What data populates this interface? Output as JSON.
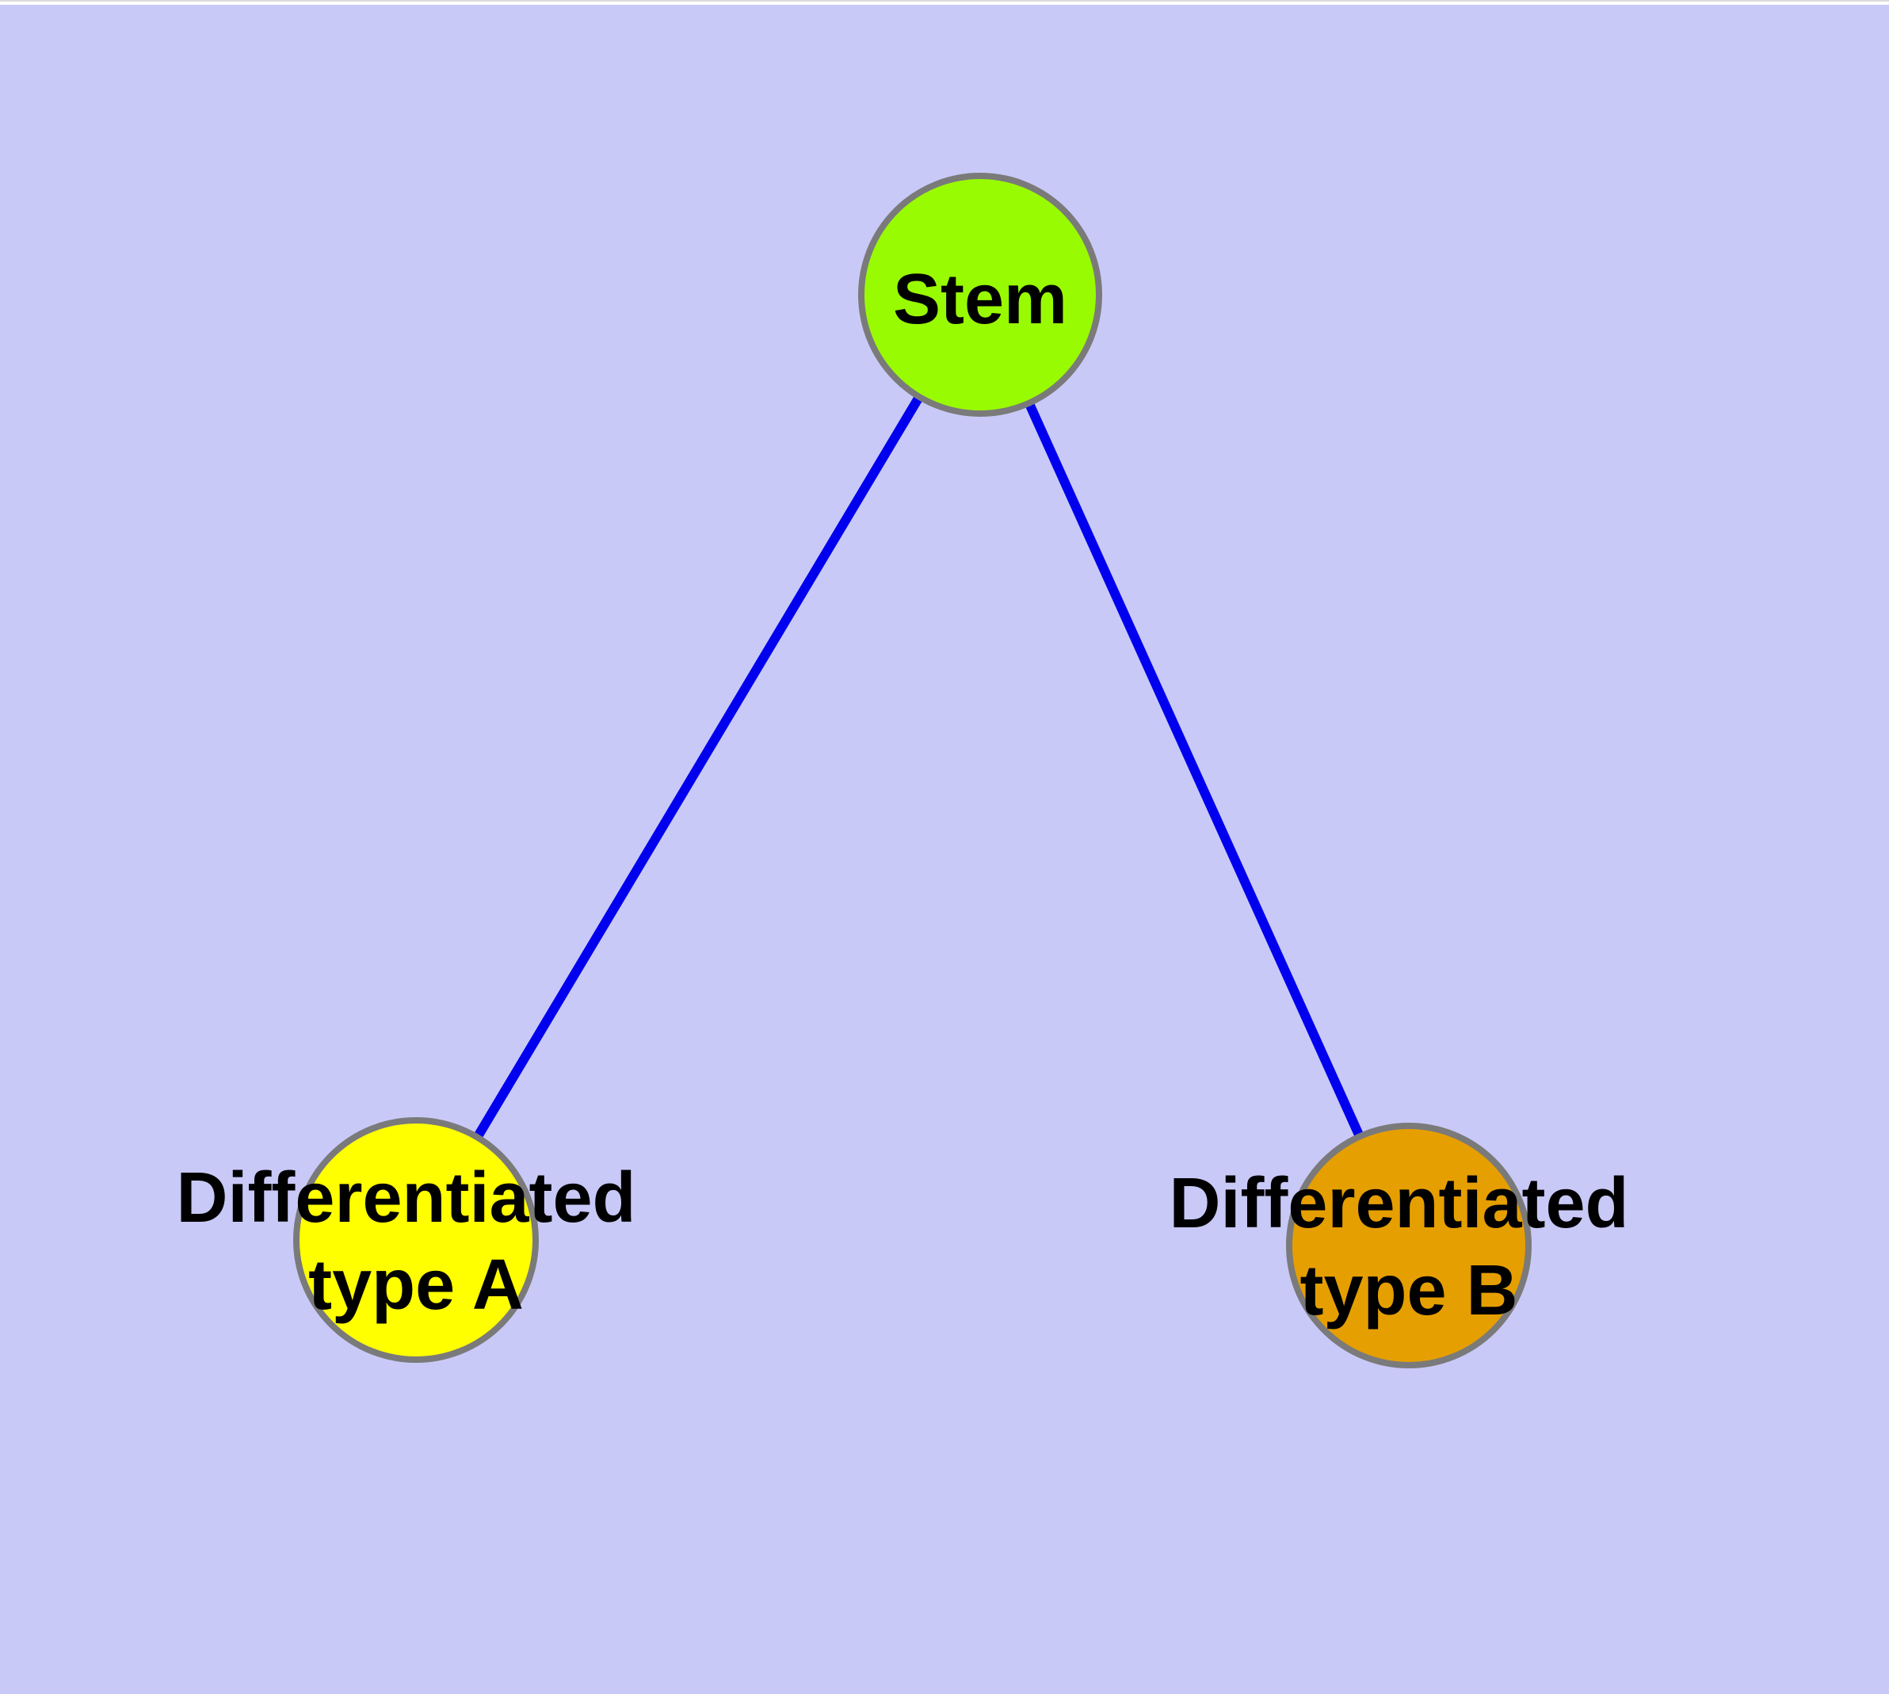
{
  "colors": {
    "background": "#C9C9F8",
    "top_edge_line": "#DADADA",
    "top_edge_strip": "#FFFFFF",
    "edge": "#0000EE",
    "node_border": "#7A7A7A",
    "label_text": "#000000"
  },
  "graph": {
    "nodes": [
      {
        "id": "stem",
        "label_lines": [
          "Stem"
        ],
        "fill": "#99FB02"
      },
      {
        "id": "differentiated-type-a",
        "label_lines": [
          "Differentiated",
          "type A"
        ],
        "fill": "#FFFF00"
      },
      {
        "id": "differentiated-type-b",
        "label_lines": [
          "Differentiated",
          "type B"
        ],
        "fill": "#E69F00"
      }
    ],
    "edges": [
      {
        "from": "stem",
        "to": "differentiated-type-a"
      },
      {
        "from": "stem",
        "to": "differentiated-type-b"
      }
    ]
  }
}
